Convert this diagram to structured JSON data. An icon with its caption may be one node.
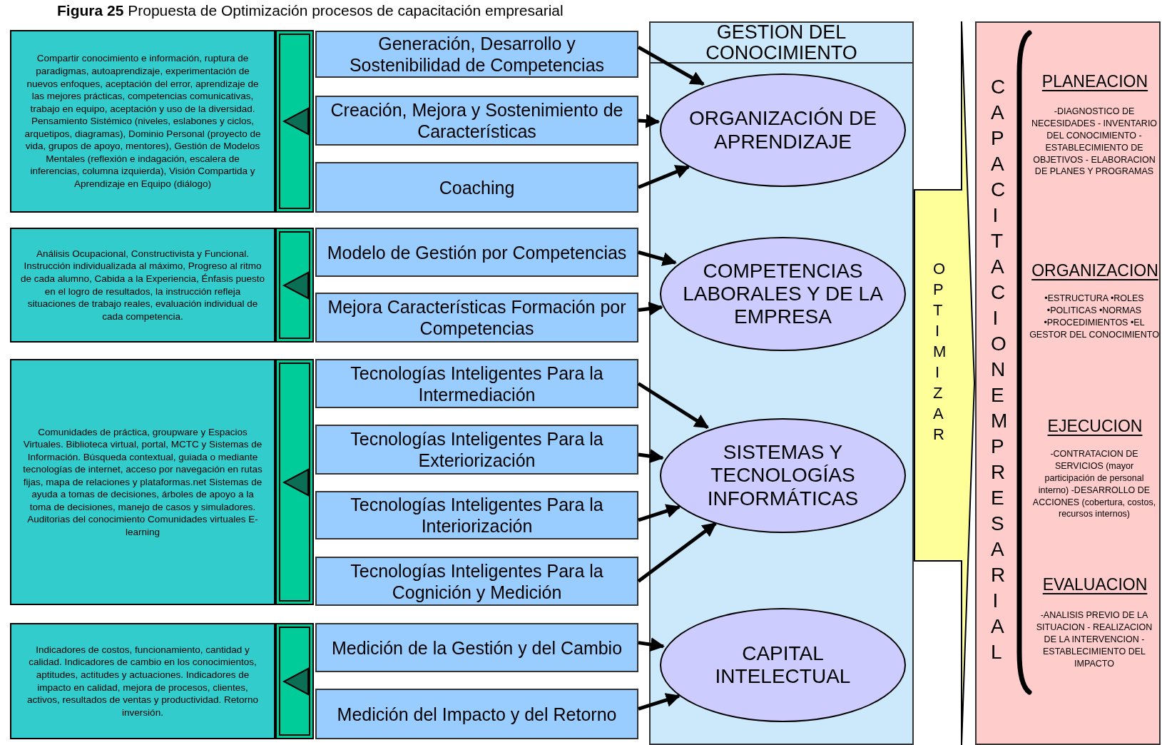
{
  "diagram": {
    "title": "**Figura 25** Propuesta de Optimización procesos de capacitación empresarial",
    "nodes": [
      {
        "text": [
          "Compartir conocimiento e información, ruptura de paradigmas, autoaprendizaje, experimentación de nuevos enfoques, aceptación del error, aprendizaje de las mejores prácticas, competencias comunicativas, trabajo en equipo, aceptación y uso de la diversidad. Pensamiento Sistémico (niveles, eslabones y ciclos, arquetipos, diagramas), Dominio Personal (proyecto de vida, grupos de apoyo, mentores), Gestión de Modelos Mentales (reflexión e indagación, escalera de inferencias, columna izquierda), Visión Compartida y Aprendizaje en Equipo (diálogo)"
        ]
      },
      {
        "text": [
          "Análisis Ocupacional, Constructivista y Funcional. Instrucción individualizada al máximo, Progreso al ritmo de cada alumno, Cabida a la Experiencia, Énfasis puesto en el logro de resultados, la instrucción refleja situaciones de trabajo reales, evaluación individual de cada competencia."
        ]
      },
      {
        "text": [
          "Comunidades de práctica, groupware y Espacios Virtuales. Biblioteca virtual, portal, MCTC y Sistemas de Información. Búsqueda contextual, guiada o mediante tecnologías de internet, acceso por navegación en rutas fijas, mapa de relaciones y plataformas.net Sistemas de ayuda a tomas de decisiones, árboles de apoyo a la toma de decisiones, manejo de casos y simuladores. Auditorias del conocimiento Comunidades virtuales E-learning"
        ]
      },
      {
        "text": [
          "Indicadores de costos, funcionamiento, cantidad y calidad. Indicadores de cambio en los conocimientos, aptitudes, actitudes y actuaciones. Indicadores de impacto en calidad, mejora de procesos, clientes, activos, resultados de ventas y productividad. Retorno inversión."
        ]
      },
      {
        "text": [
          "Generación, Desarrollo y Sostenibilidad de Competencias"
        ]
      },
      {
        "text": [
          "Creación, Mejora y Sostenimiento de Características"
        ]
      },
      {
        "text": [
          "Coaching"
        ]
      },
      {
        "text": [
          "Modelo de Gestión por Competencias"
        ]
      },
      {
        "text": [
          "Mejora Características Formación por Competencias"
        ]
      },
      {
        "text": [
          "Tecnologías Inteligentes Para la Intermediación"
        ]
      },
      {
        "text": [
          "Tecnologías Inteligentes Para la Exteriorización"
        ]
      },
      {
        "text": [
          "Tecnologías Inteligentes Para la Interiorización"
        ]
      },
      {
        "text": [
          "Tecnologías Inteligentes Para la Cognición y Medición"
        ]
      },
      {
        "text": [
          "Medición de la Gestión y del Cambio"
        ]
      },
      {
        "text": [
          "Medición del Impacto y del Retorno"
        ]
      },
      {
        "text": [
          "GESTION DEL CONOCIMIENTO"
        ]
      },
      {
        "text": [
          "ORGANIZACIÓN DE APRENDIZAJE"
        ],
        "in": 15
      },
      {
        "text": [
          "COMPETENCIAS LABORALES Y DE LA EMPRESA"
        ],
        "in": 15
      },
      {
        "text": [
          "SISTEMAS Y TECNOLOGÍAS INFORMÁTICAS"
        ],
        "in": 15
      },
      {
        "text": [
          "CAPITAL INTELECTUAL"
        ],
        "in": 15
      },
      {
        "text": [
          "CAPACITACION EMPRESARIAL",
          "PLANEACION",
          "-DIAGNOSTICO DE NECESIDADES - INVENTARIO DEL CONOCIMIENTO - ESTABLECIMIENTO DE OBJETIVOS - ELABORACION DE PLANES Y PROGRAMAS",
          "ORGANIZACION",
          "•ESTRUCTURA •ROLES •POLITICAS •NORMAS •PROCEDIMIENTOS •EL GESTOR DEL CONOCIMIENTO",
          "EJECUCION",
          "-CONTRATACION DE SERVICIOS (mayor participación de personal interno) -DESARROLLO DE ACCIONES (cobertura, costos, recursos internos)",
          "EVALUACION",
          "-ANALISIS PREVIO DE LA SITUACION - REALIZACION DE LA INTERVENCION -ESTABLECIMIENTO DEL IMPACTO"
        ]
      }
    ],
    "edges": [
      {
        "from": 4,
        "to": 16,
        "arrow": "to"
      },
      {
        "from": 5,
        "to": 16,
        "arrow": "to"
      },
      {
        "from": 6,
        "to": 16,
        "arrow": "to"
      },
      {
        "from": 7,
        "to": 17,
        "arrow": "to"
      },
      {
        "from": 8,
        "to": 17,
        "arrow": "to"
      },
      {
        "from": 9,
        "to": 18,
        "arrow": "to"
      },
      {
        "from": 10,
        "to": 18,
        "arrow": "to"
      },
      {
        "from": 11,
        "to": 18,
        "arrow": "to"
      },
      {
        "from": 12,
        "to": 18,
        "arrow": "to"
      },
      {
        "from": 13,
        "to": 19,
        "arrow": "to"
      },
      {
        "from": 14,
        "to": 19,
        "arrow": "to"
      },
      {
        "from": 15,
        "to": 20,
        "arrow": "to",
        "label": "OPTIMIZAR",
        "style": "thick",
        "color": "#ffff99"
      }
    ]
  }
}
